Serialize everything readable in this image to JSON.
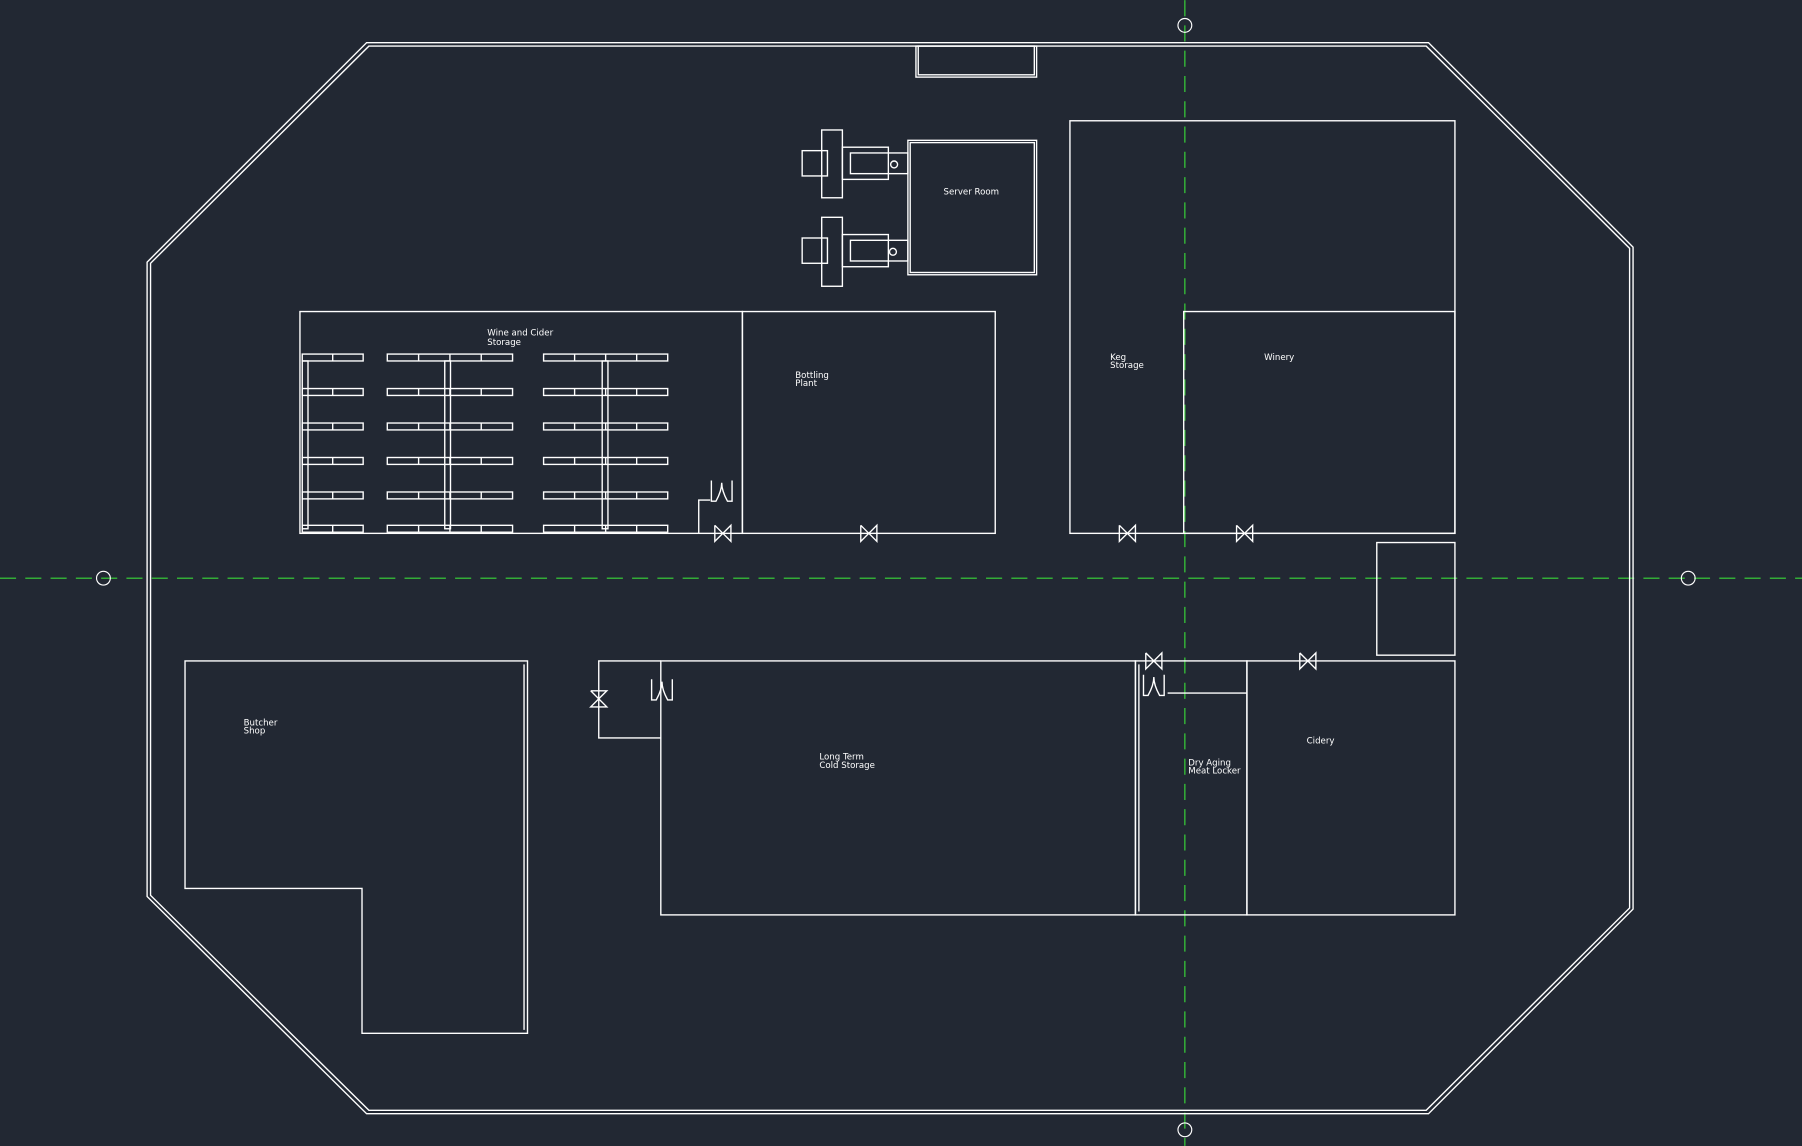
{
  "colors": {
    "background": "#222833",
    "lines": "#ffffff",
    "axes": "#39d839"
  },
  "rooms": {
    "server_room": [
      "Server Room"
    ],
    "wine_cider": [
      "Wine and Cider",
      "Storage"
    ],
    "bottling": [
      "Bottling",
      "Plant"
    ],
    "keg": [
      "Keg",
      "Storage"
    ],
    "winery": [
      "Winery"
    ],
    "butcher": [
      "Butcher",
      "Shop"
    ],
    "long_term": [
      "Long Term",
      "Cold Storage"
    ],
    "dry_aging": [
      "Dry Aging",
      "Meat Locker"
    ],
    "cidery": [
      "Cidery"
    ]
  }
}
